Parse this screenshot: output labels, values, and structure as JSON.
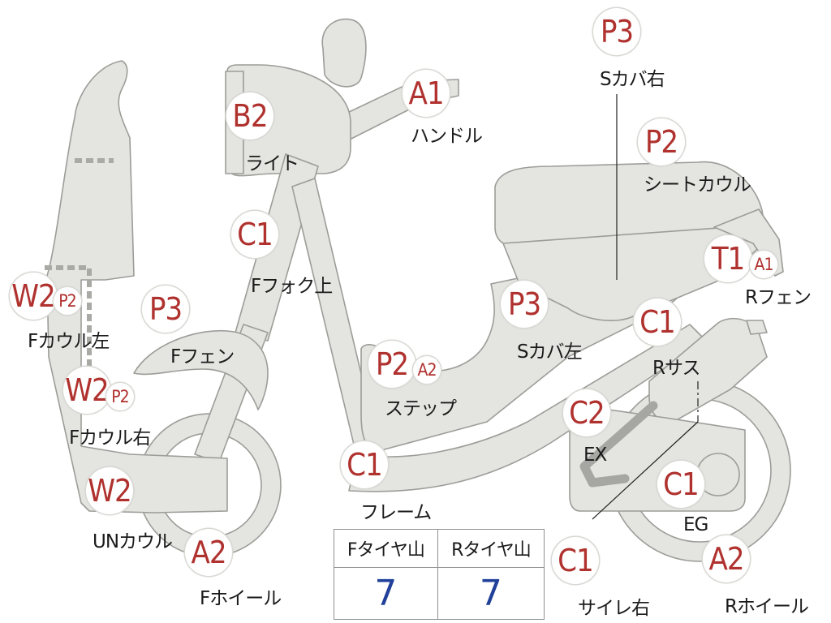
{
  "parts": [
    {
      "id": "handle",
      "code": "A1",
      "label": "ハンドル"
    },
    {
      "id": "light",
      "code": "B2",
      "label": "ライト"
    },
    {
      "id": "front-fork-upper",
      "code": "C1",
      "label": "Fフォク上"
    },
    {
      "id": "front-fender",
      "code": "P3",
      "label": "Fフェン"
    },
    {
      "id": "front-cowl-left",
      "code": "W2",
      "code2": "P2",
      "label": "Fカウル左"
    },
    {
      "id": "front-cowl-right",
      "code": "W2",
      "code2": "P2",
      "label": "Fカウル右"
    },
    {
      "id": "under-cowl",
      "code": "W2",
      "label": "UNカウル"
    },
    {
      "id": "front-wheel",
      "code": "A2",
      "label": "Fホイール"
    },
    {
      "id": "frame",
      "code": "C1",
      "label": "フレーム"
    },
    {
      "id": "step",
      "code": "P2",
      "code2": "A2",
      "label": "ステップ"
    },
    {
      "id": "side-cover-left",
      "code": "P3",
      "label": "Sカバ左"
    },
    {
      "id": "side-cover-right",
      "code": "P3",
      "label": "Sカバ右"
    },
    {
      "id": "seat-cowl",
      "code": "P2",
      "label": "シートカウル"
    },
    {
      "id": "rear-fender",
      "code": "T1",
      "code2": "A1",
      "label": "Rフェン"
    },
    {
      "id": "rear-suspension",
      "code": "C1",
      "label": "Rサス"
    },
    {
      "id": "exhaust",
      "code": "C2",
      "label": "EX"
    },
    {
      "id": "engine",
      "code": "C1",
      "label": "EG"
    },
    {
      "id": "rear-wheel",
      "code": "A2",
      "label": "Rホイール"
    },
    {
      "id": "silencer-right",
      "code": "C1",
      "label": "サイレ右"
    }
  ],
  "tread": {
    "front_header": "Fタイヤ山",
    "rear_header": "Rタイヤ山",
    "front_value": "7",
    "rear_value": "7"
  },
  "colors": {
    "code_red": "#b0322f",
    "value_blue": "#21409a",
    "part_gray": "#e4e5e1"
  }
}
